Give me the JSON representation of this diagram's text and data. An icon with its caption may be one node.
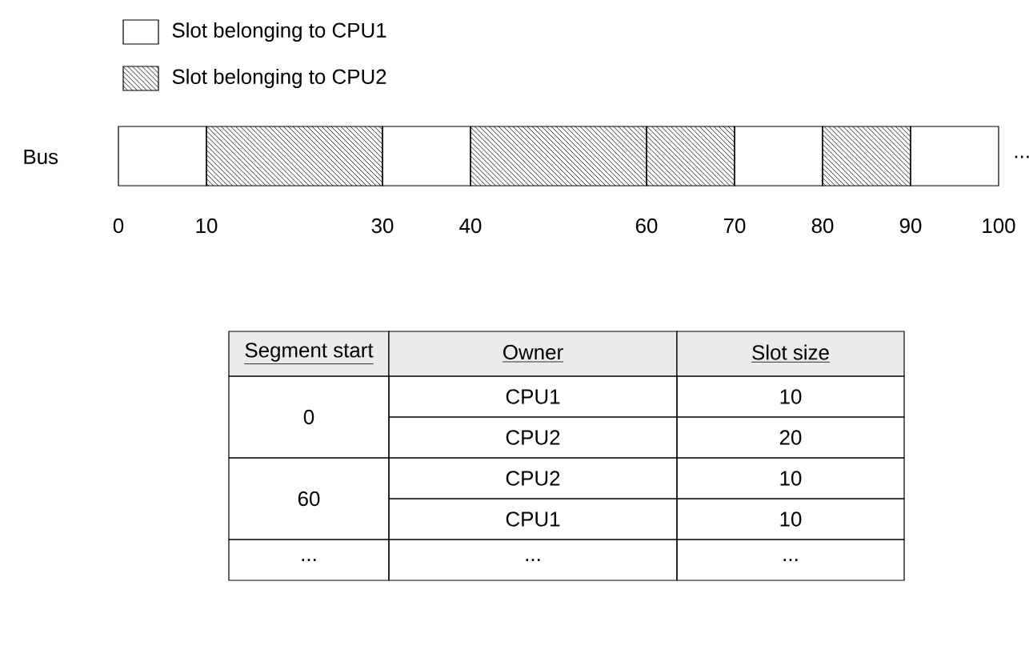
{
  "diagram": {
    "labels": [
      "Bus",
      "0",
      "10",
      "30",
      "40",
      "60",
      "70",
      "80",
      "90",
      "100",
      "...",
      "Segment start",
      "Owner",
      "Slot size",
      "0",
      "CPU1",
      "10",
      "CPU2",
      "20",
      "60",
      "CPU2",
      "10",
      "CPU1",
      "10",
      "...",
      "...",
      "..."
    ],
    "legend": [
      {
        "text": "Slot belonging to CPU1"
      },
      {
        "text": "Slot belonging to CPU2"
      }
    ]
  }
}
